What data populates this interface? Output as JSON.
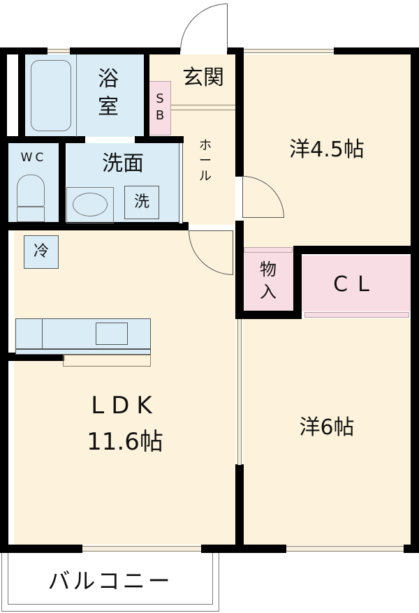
{
  "floor_plan": {
    "rooms": {
      "bath": {
        "label_line1": "浴",
        "label_line2": "室"
      },
      "entrance": {
        "label": "玄関"
      },
      "shoe_box": {
        "label_line1": "S",
        "label_line2": "B"
      },
      "hall": {
        "label_line1": "ホ",
        "label_line2": "ー",
        "label_line3": "ル"
      },
      "western_small": {
        "label": "洋4.5帖"
      },
      "wc": {
        "label": "WC"
      },
      "washroom": {
        "label": "洗面"
      },
      "washer": {
        "label": "洗"
      },
      "fridge": {
        "label": "冷"
      },
      "storage": {
        "label_line1": "物",
        "label_line2": "入"
      },
      "closet": {
        "label": "CL"
      },
      "ldk": {
        "label_line1": "LDK",
        "label_line2": "11.6帖"
      },
      "western_large": {
        "label": "洋6帖"
      },
      "balcony": {
        "label": "バルコニー"
      }
    },
    "colors": {
      "living": "#fdf3dd",
      "wet_area": "#daedf7",
      "storage": "#f9dde4",
      "wall": "#000000"
    }
  }
}
